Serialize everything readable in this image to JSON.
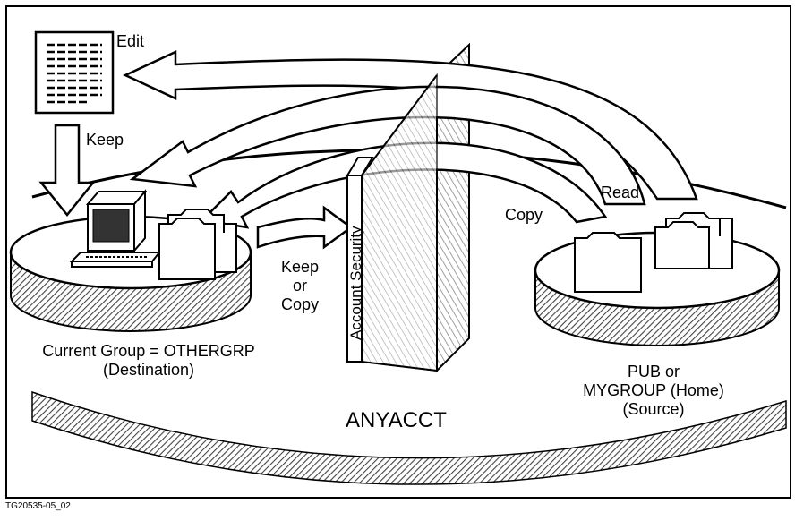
{
  "labels": {
    "edit": "Edit",
    "keep": "Keep",
    "read": "Read",
    "copy": "Copy",
    "keep_or_copy": [
      "Keep",
      "or",
      "Copy"
    ],
    "account_security": "Account Security",
    "current_group": "Current Group = OTHERGRP",
    "destination": "(Destination)",
    "source_lines": [
      "PUB or",
      "MYGROUP (Home)",
      "(Source)"
    ],
    "account": "ANYACCT"
  },
  "figure_id": "TG20535-05_02",
  "icons": [
    "document-icon",
    "terminal-icon",
    "folder-icon"
  ],
  "colors": {
    "line": "#000000",
    "fill": "#ffffff",
    "hatch": "#555555"
  }
}
